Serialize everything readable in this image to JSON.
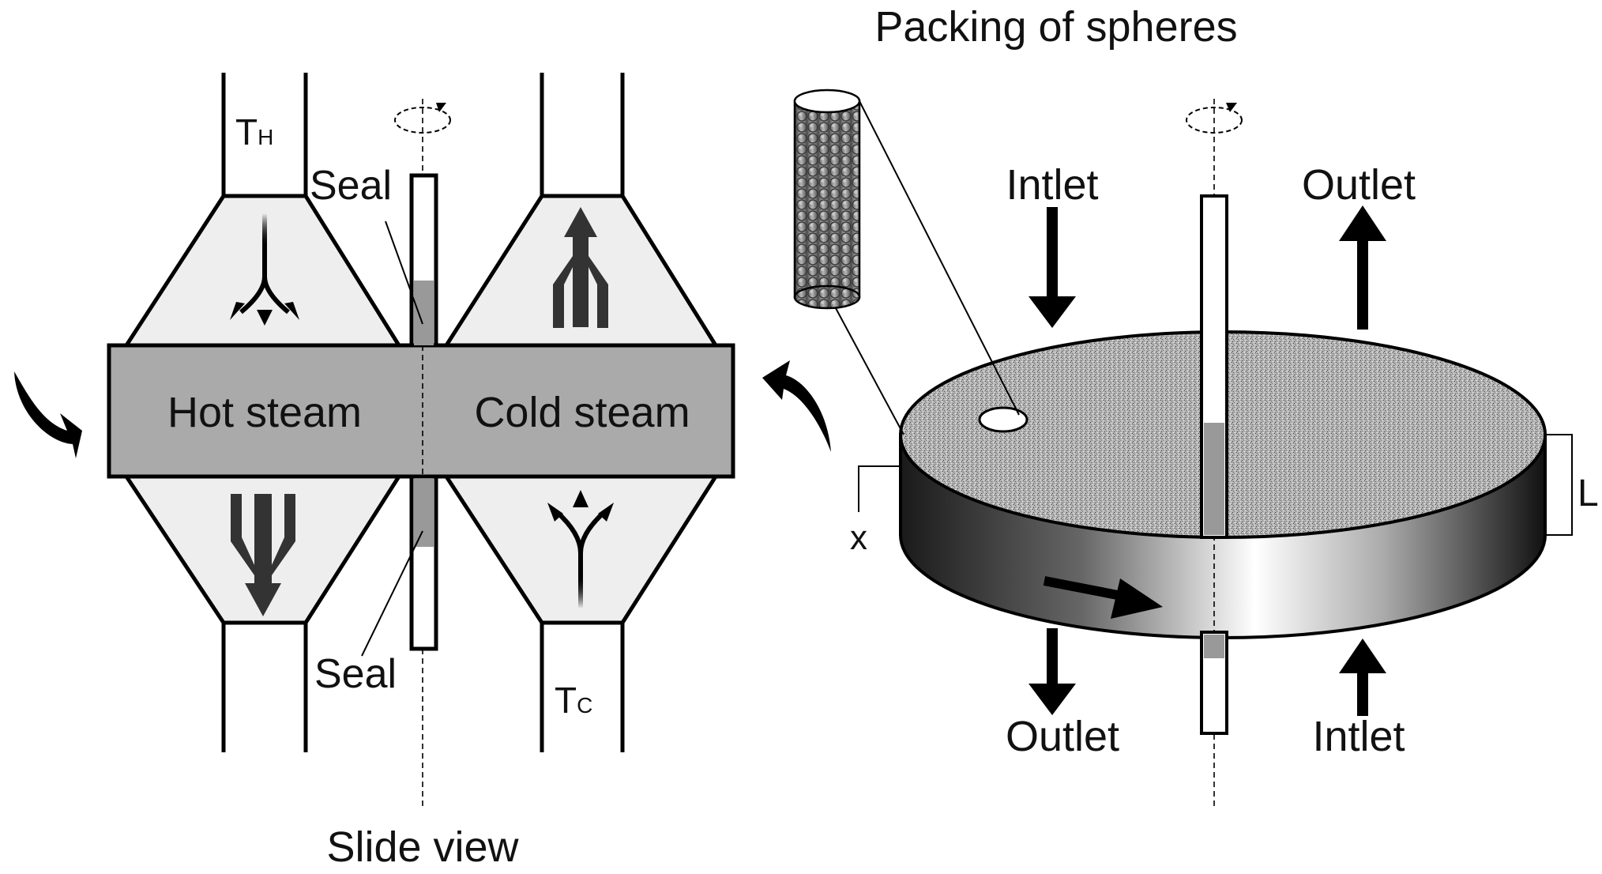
{
  "labels": {
    "hot_side_temp": "T",
    "hot_side_temp_sub": "H",
    "cold_side_temp": "T",
    "cold_side_temp_sub": "C",
    "seal_top": "Seal",
    "seal_bottom": "Seal",
    "hot_steam": "Hot steam",
    "cold_steam": "Cold steam",
    "slide_view": "Slide view",
    "packing": "Packing of spheres",
    "inlet_top": "Intlet",
    "outlet_top": "Outlet",
    "outlet_bottom": "Outlet",
    "inlet_bottom": "Intlet",
    "thickness": "L",
    "axis": "x"
  },
  "colors": {
    "duct_fill": "#eeeeee",
    "band_fill": "#aaaaaa",
    "shaft_shade": "#999999",
    "arrow_dark": "#333333",
    "outline": "#000000"
  }
}
